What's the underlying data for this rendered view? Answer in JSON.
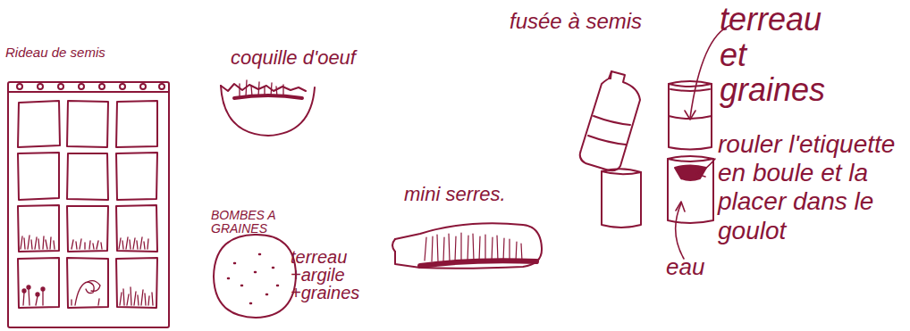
{
  "diagram": {
    "labels": [
      "Rideau de semis",
      "coquille d'oeuf",
      "fusée à semis",
      "terreau et graines",
      "rouler l'etiquette en boule et la placer dans le goulot",
      "eau",
      "mini serres.",
      "BOMBES A GRAINES",
      "terreau +argile +graines"
    ]
  }
}
